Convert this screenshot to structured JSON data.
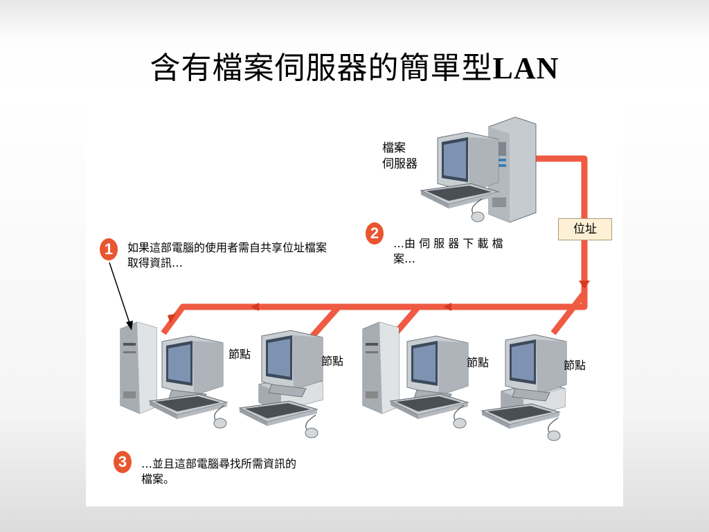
{
  "title": {
    "main": "含有檔案伺服器的簡單型",
    "suffix": "LAN"
  },
  "server": {
    "label_line1": "檔案",
    "label_line2": "伺服器"
  },
  "address_tag": "位址",
  "steps": [
    {
      "number": "1",
      "line1": "如果這部電腦的使用者需自共享位址檔案",
      "line2": "取得資訊…"
    },
    {
      "number": "2",
      "line1": "…由 伺 服 器 下 載 檔",
      "line2": "案…"
    },
    {
      "number": "3",
      "line1": "…並且這部電腦尋找所需資訊的",
      "line2": "檔案。"
    }
  ],
  "nodes": [
    {
      "label": "節點"
    },
    {
      "label": "節點"
    },
    {
      "label": "節點"
    },
    {
      "label": "節點"
    }
  ],
  "colors": {
    "network_line": "#ef5a42",
    "badge": "#e8552f",
    "address_tag_bg": "#fdf0d4"
  }
}
